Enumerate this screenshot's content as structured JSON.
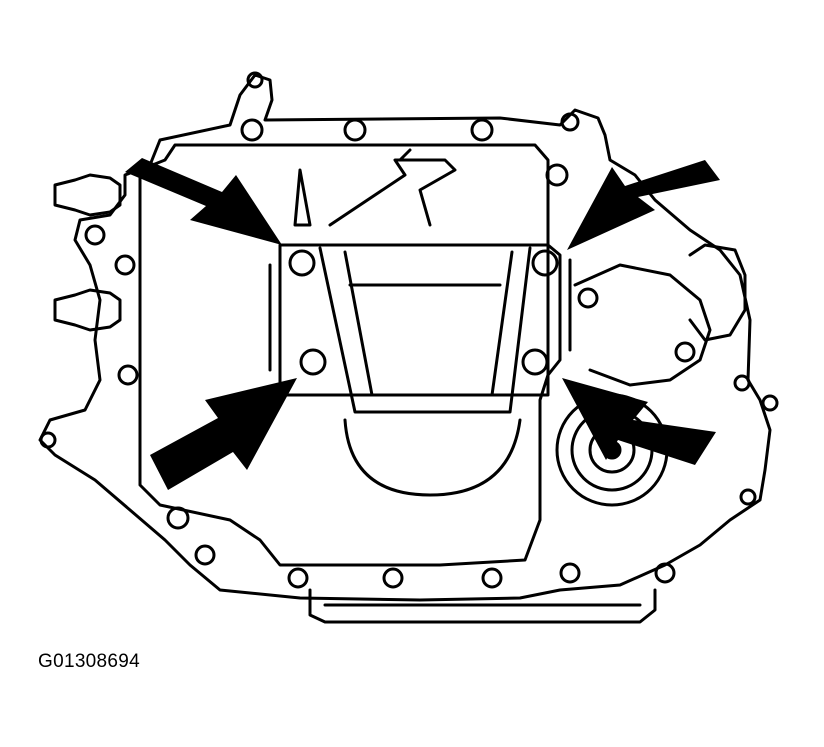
{
  "figure": {
    "figure_id": "G01308694",
    "ink_color": "#000000",
    "paper_color": "#ffffff",
    "callout_arrows": 4,
    "subject": "transmission-pan-bolt-illustration"
  }
}
